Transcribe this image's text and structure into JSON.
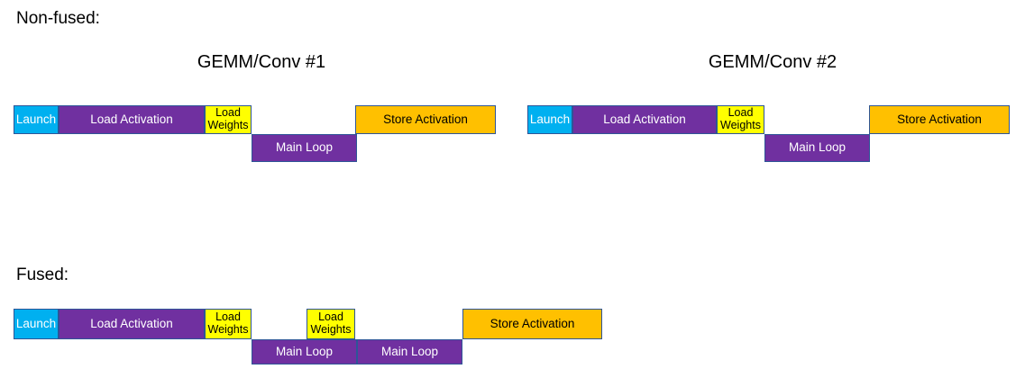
{
  "colors": {
    "launch": "#00B0F0",
    "compute": "#7030A0",
    "weights": "#FFFF00",
    "store": "#FFC000",
    "border": "#2E5597"
  },
  "diagram": {
    "non_fused": {
      "title": "Non-fused:",
      "groups": [
        {
          "heading": "GEMM/Conv #1",
          "blocks": [
            {
              "label": "Launch"
            },
            {
              "label": "Load Activation"
            },
            {
              "label": "Load Weights"
            },
            {
              "label": "Main Loop"
            },
            {
              "label": "Store Activation"
            }
          ]
        },
        {
          "heading": "GEMM/Conv #2",
          "blocks": [
            {
              "label": "Launch"
            },
            {
              "label": "Load Activation"
            },
            {
              "label": "Load Weights"
            },
            {
              "label": "Main Loop"
            },
            {
              "label": "Store Activation"
            }
          ]
        }
      ]
    },
    "fused": {
      "title": "Fused:",
      "blocks": [
        {
          "label": "Launch"
        },
        {
          "label": "Load Activation"
        },
        {
          "label": "Load Weights"
        },
        {
          "label": "Main Loop"
        },
        {
          "label": "Load Weights"
        },
        {
          "label": "Main Loop"
        },
        {
          "label": "Store Activation"
        }
      ]
    }
  }
}
